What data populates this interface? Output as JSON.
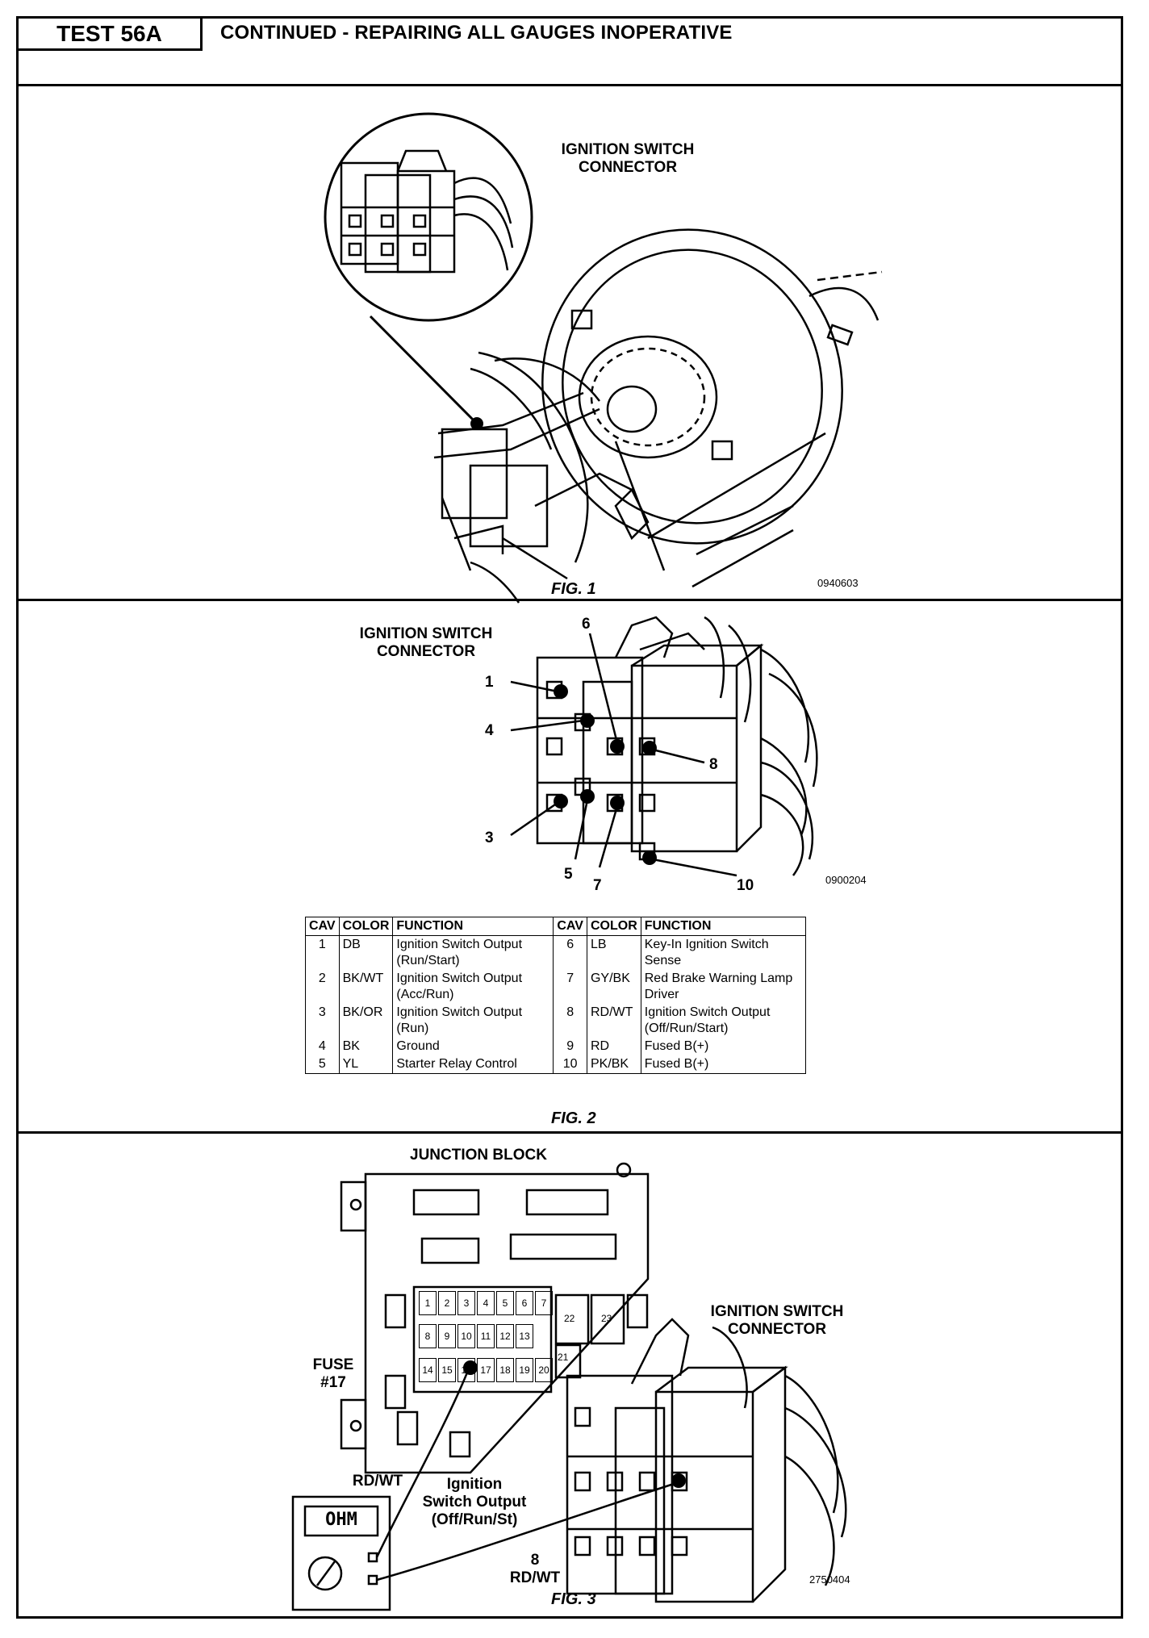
{
  "header": {
    "test_label": "TEST 56A",
    "title": "CONTINUED - REPAIRING ALL GAUGES INOPERATIVE"
  },
  "fig1": {
    "label_line1": "IGNITION SWITCH",
    "label_line2": "CONNECTOR",
    "code": "0940603",
    "caption": "FIG. 1"
  },
  "fig2": {
    "label_line1": "IGNITION SWITCH",
    "label_line2": "CONNECTOR",
    "code": "0900204",
    "caption": "FIG. 2",
    "pins": [
      "1",
      "3",
      "4",
      "5",
      "6",
      "7",
      "8",
      "10"
    ],
    "table": {
      "headers": [
        "CAV",
        "COLOR",
        "FUNCTION",
        "CAV",
        "COLOR",
        "FUNCTION"
      ],
      "rows": [
        {
          "cav1": "1",
          "color1": "DB",
          "func1": "Ignition Switch Output (Run/Start)",
          "cav2": "6",
          "color2": "LB",
          "func2": "Key-In Ignition Switch Sense"
        },
        {
          "cav1": "2",
          "color1": "BK/WT",
          "func1": "Ignition Switch Output (Acc/Run)",
          "cav2": "7",
          "color2": "GY/BK",
          "func2": "Red Brake Warning Lamp Driver"
        },
        {
          "cav1": "3",
          "color1": "BK/OR",
          "func1": "Ignition Switch Output (Run)",
          "cav2": "8",
          "color2": "RD/WT",
          "func2": "Ignition Switch Output (Off/Run/Start)"
        },
        {
          "cav1": "4",
          "color1": "BK",
          "func1": "Ground",
          "cav2": "9",
          "color2": "RD",
          "func2": "Fused B(+)"
        },
        {
          "cav1": "5",
          "color1": "YL",
          "func1": "Starter Relay Control",
          "cav2": "10",
          "color2": "PK/BK",
          "func2": "Fused B(+)"
        }
      ]
    }
  },
  "fig3": {
    "junction_block": "JUNCTION BLOCK",
    "conn_line1": "IGNITION SWITCH",
    "conn_line2": "CONNECTOR",
    "fuse_line1": "FUSE",
    "fuse_line2": "#17",
    "rdwt": "RD/WT",
    "output_line1": "Ignition",
    "output_line2": "Switch Output",
    "output_line3": "(Off/Run/St)",
    "pin_num": "8",
    "pin_color": "RD/WT",
    "meter_label": "OHM",
    "code": "2750404",
    "caption": "FIG. 3",
    "fuses_row1": [
      "1",
      "2",
      "3",
      "4",
      "5",
      "6",
      "7"
    ],
    "fuses_row2": [
      "8",
      "9",
      "10",
      "11",
      "12",
      "13"
    ],
    "fuses_row3": [
      "14",
      "15",
      "16",
      "17",
      "18",
      "19",
      "20"
    ],
    "fuses_side": [
      "21",
      "22",
      "23"
    ]
  }
}
